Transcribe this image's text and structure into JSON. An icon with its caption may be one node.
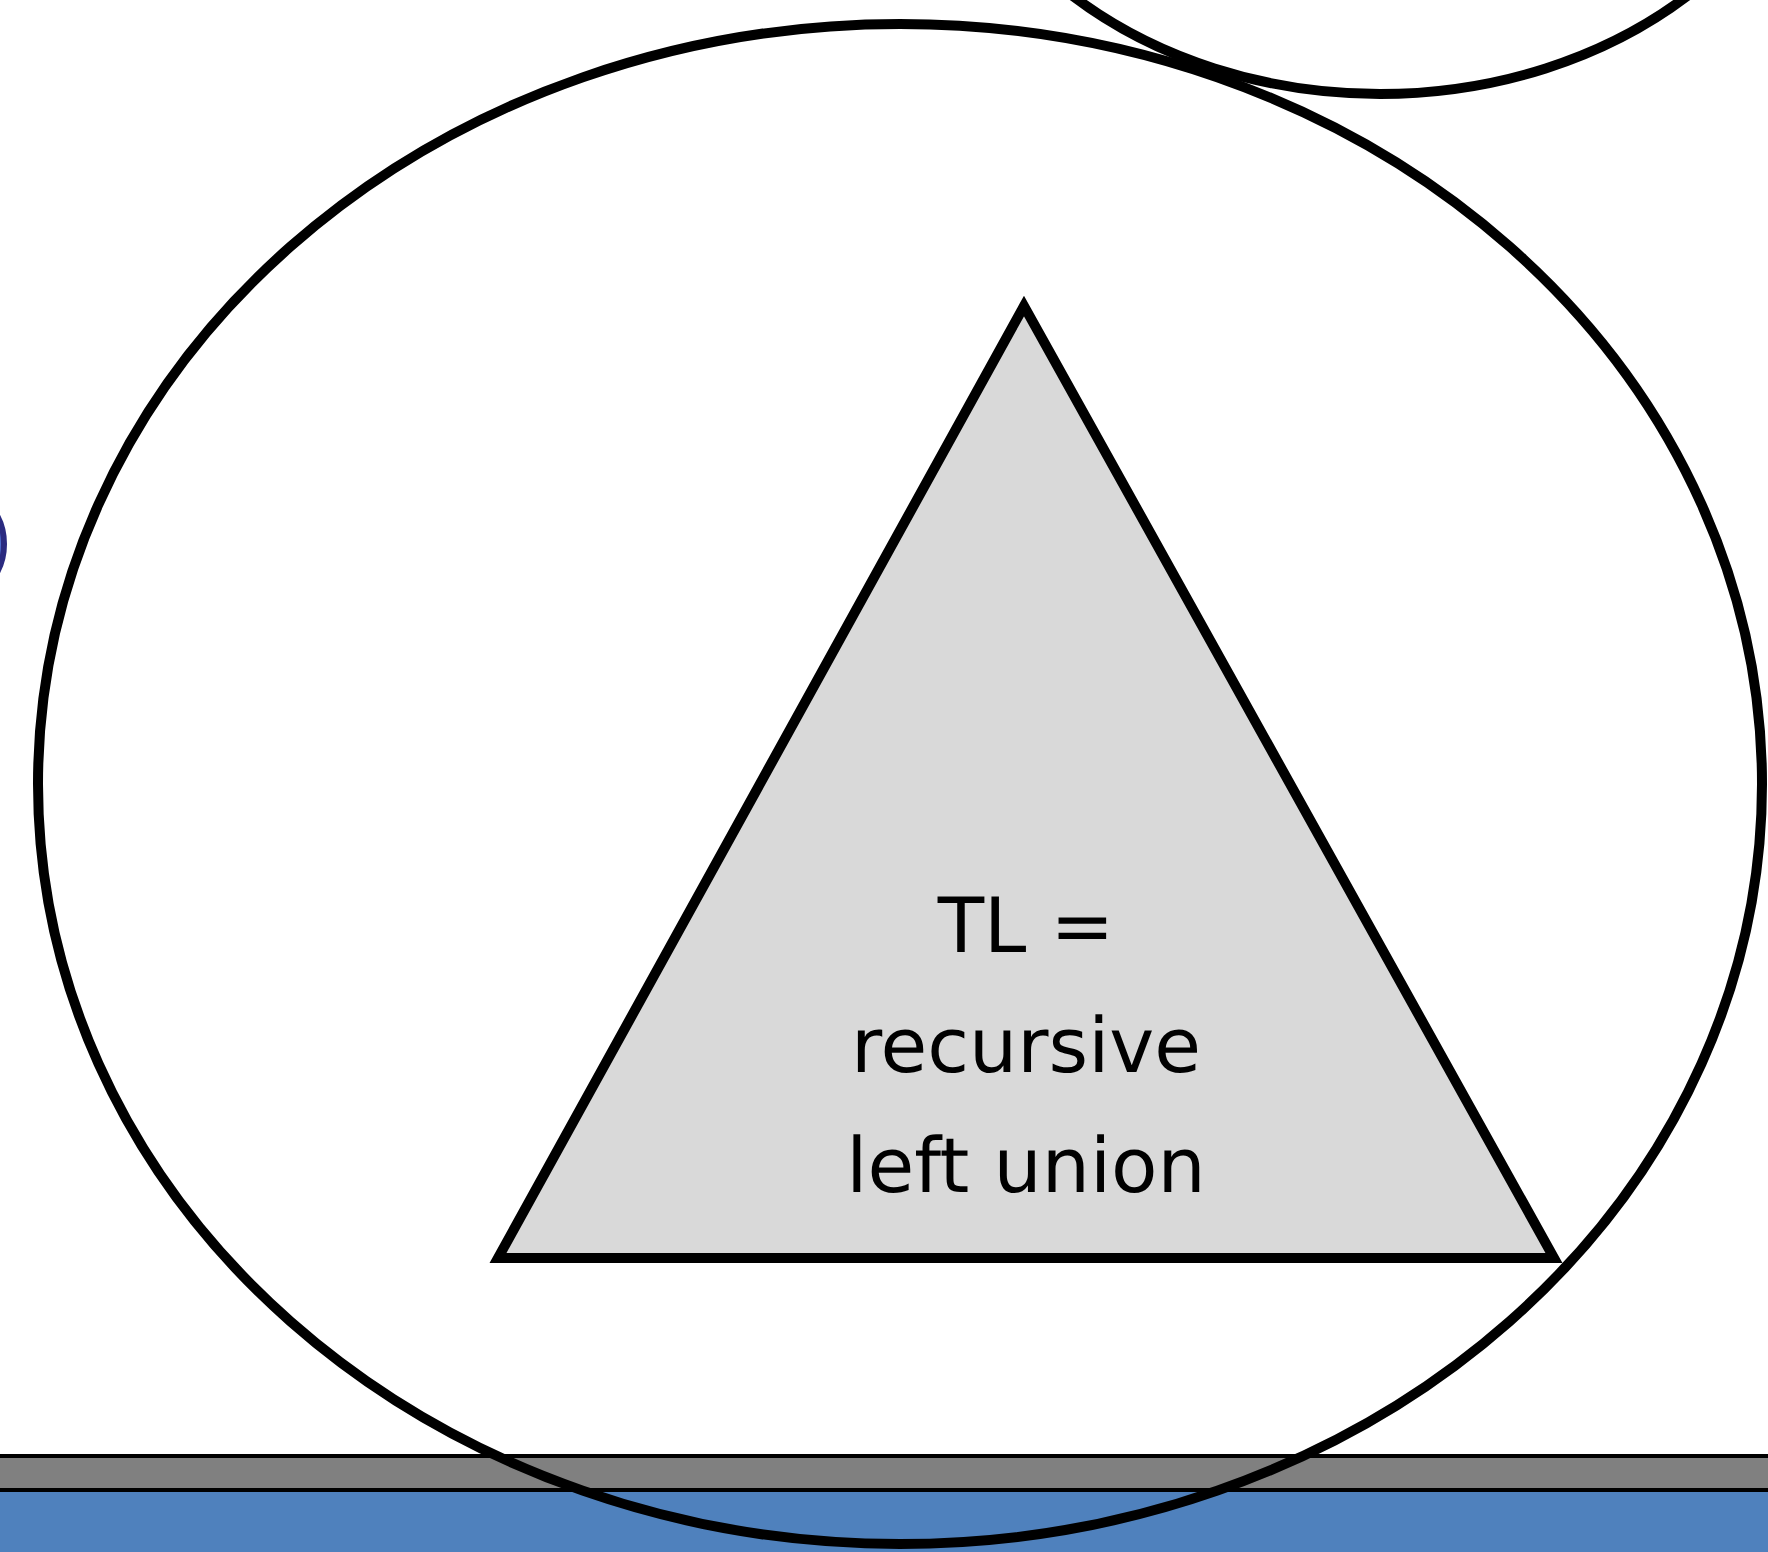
{
  "diagram": {
    "nodes": [
      {
        "text": [],
        "shape": "circle"
      },
      {
        "text": [
          "TL = recursive left union"
        ],
        "in": 0
      }
    ]
  }
}
